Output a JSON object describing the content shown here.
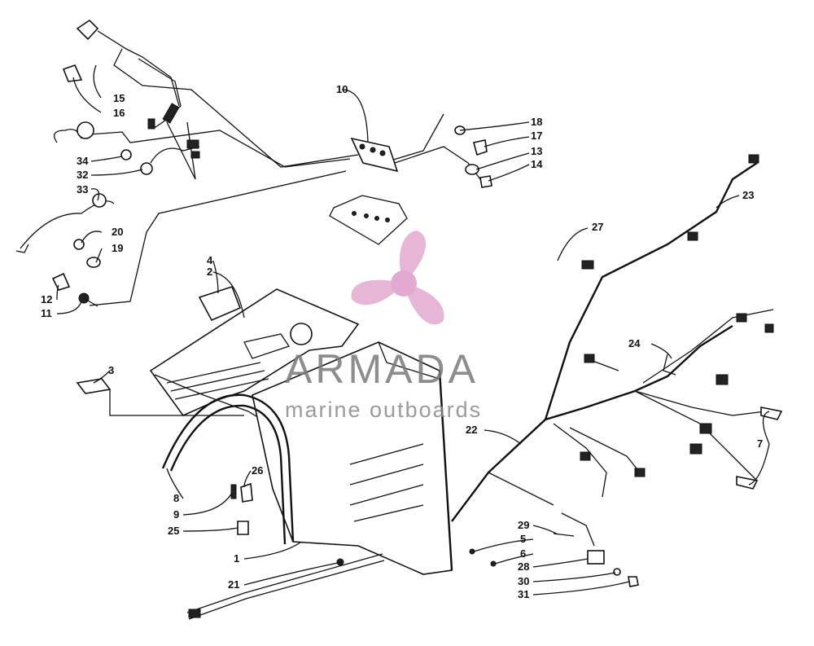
{
  "watermark": {
    "word": "ARMADA",
    "tagline": "marine outboards",
    "logo_color": "#e3a9d0"
  },
  "callouts": {
    "c1": "1",
    "c2": "2",
    "c3": "3",
    "c4": "4",
    "c5": "5",
    "c6": "6",
    "c7": "7",
    "c8": "8",
    "c9": "9",
    "c10": "10",
    "c11": "11",
    "c12": "12",
    "c13": "13",
    "c14": "14",
    "c15": "15",
    "c16": "16",
    "c17": "17",
    "c18": "18",
    "c19": "19",
    "c20": "20",
    "c21": "21",
    "c22": "22",
    "c23": "23",
    "c24": "24",
    "c25": "25",
    "c26": "26",
    "c27": "27",
    "c28": "28",
    "c29": "29",
    "c30": "30",
    "c31": "31",
    "c32": "32",
    "c33": "33",
    "c34": "34"
  }
}
